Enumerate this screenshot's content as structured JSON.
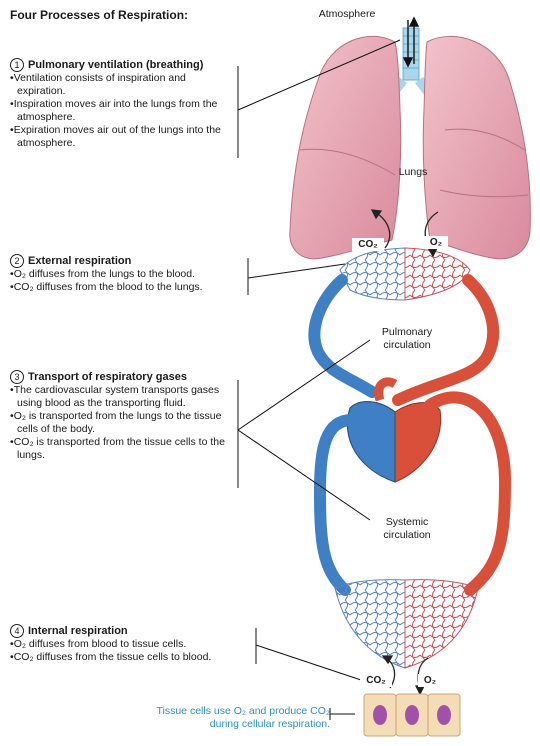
{
  "title": "Four Processes of Respiration:",
  "labels": {
    "atmosphere": "Atmosphere",
    "lungs": "Lungs",
    "pulmonary_circulation": "Pulmonary circulation",
    "systemic_circulation": "Systemic circulation",
    "co2": "CO₂",
    "o2": "O₂",
    "tissue_cells": "Tissue cells use O₂ and produce CO₂ during cellular respiration."
  },
  "steps": [
    {
      "number": "1",
      "heading": "Pulmonary ventilation (breathing)",
      "bullets": [
        "Ventilation consists of inspiration and expiration.",
        "Inspiration moves air into the lungs from the atmosphere.",
        "Expiration moves air out of the lungs into the atmosphere."
      ]
    },
    {
      "number": "2",
      "heading": "External respiration",
      "bullets": [
        "O₂ diffuses from the lungs to the blood.",
        "CO₂ diffuses from the blood to the lungs."
      ]
    },
    {
      "number": "3",
      "heading": "Transport of respiratory gases",
      "bullets": [
        "The cardiovascular system transports gases using blood as the transporting fluid.",
        "O₂ is transported from the lungs to the tissue cells of the body.",
        "CO₂ is transported from the tissue cells to the lungs."
      ]
    },
    {
      "number": "4",
      "heading": "Internal respiration",
      "bullets": [
        "O₂ diffuses from blood to tissue cells.",
        "CO₂ diffuses from the tissue cells to blood."
      ]
    }
  ],
  "colors": {
    "lung": "#e8a9b6",
    "oxygenated": "#d9503a",
    "deoxygenated": "#3f7fc4",
    "capillary": "#8a6bb0",
    "cell": "#f3dcb6",
    "nucleus": "#a052a8",
    "trachea": "#a9d6ea"
  }
}
